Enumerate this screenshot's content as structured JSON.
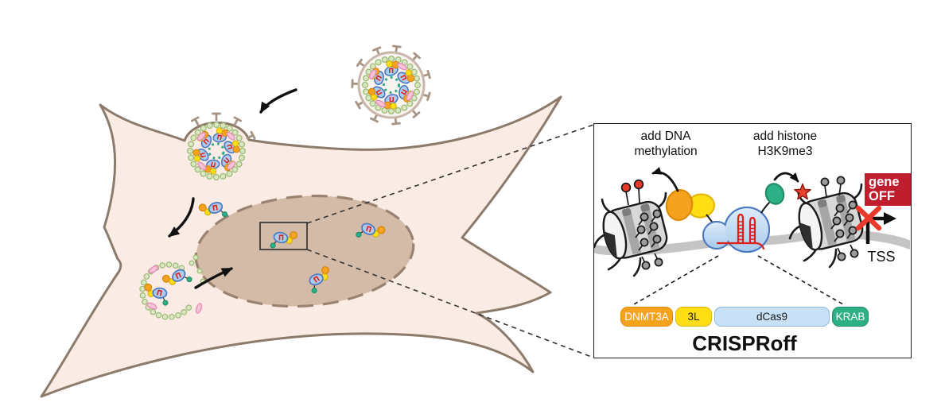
{
  "panel": {
    "labels": {
      "add_dna_line1": "add DNA",
      "add_dna_line2": "methylation",
      "add_histone_line1": "add histone",
      "add_histone_line2": "H3K9me3",
      "gene_off_line1": "gene",
      "gene_off_line2": "OFF",
      "tss": "TSS",
      "title": "CRISPRoff"
    },
    "domains": [
      {
        "label": "DNMT3A",
        "fill": "#F5A21E",
        "border": "#DD8B05",
        "text_color": "#FFFFFF"
      },
      {
        "label": "3L",
        "fill": "#FFDE14",
        "border": "#E3B70A",
        "text_color": "#1A1A1A"
      },
      {
        "label": "dCas9",
        "fill": "#C8E1F6",
        "border": "#8AB6DC",
        "text_color": "#1A1A1A"
      },
      {
        "label": "KRAB",
        "fill": "#2EB086",
        "border": "#1F8A68",
        "text_color": "#FFFFFF"
      }
    ],
    "gene_off_bg": "#BE1E2D",
    "border_color": "#1A1A1A"
  },
  "colors": {
    "cell_fill": "#FAEBE5",
    "cell_membrane": "#8C7A6B",
    "nucleus_fill": "#D4BBA7",
    "nucleus_border": "#99826F",
    "envelope_bead": "#D9E8C2",
    "envelope_bead_rim": "#9CBA74",
    "viral_envelope": "#C9B6A9",
    "viral_spike": "#A69584",
    "cas9_fill": "#AECBEE",
    "cas9_border": "#4A79C1",
    "sgrna_red": "#DD1F17",
    "dnmt3a_orange": "#F5A21E",
    "l3_yellow": "#FFDE14",
    "krab_green": "#2EB086",
    "mrna_pink": "#F6C3D8",
    "histone_body_gray": "#D8D8D8",
    "histone_mark_gray": "#9C9C9C",
    "dna_strand_gray": "#C4C4C4",
    "methyl_mark_red": "#E8392B",
    "h3k9me3_star_red": "#E8452C",
    "gene_off_red": "#BE1E2D"
  }
}
